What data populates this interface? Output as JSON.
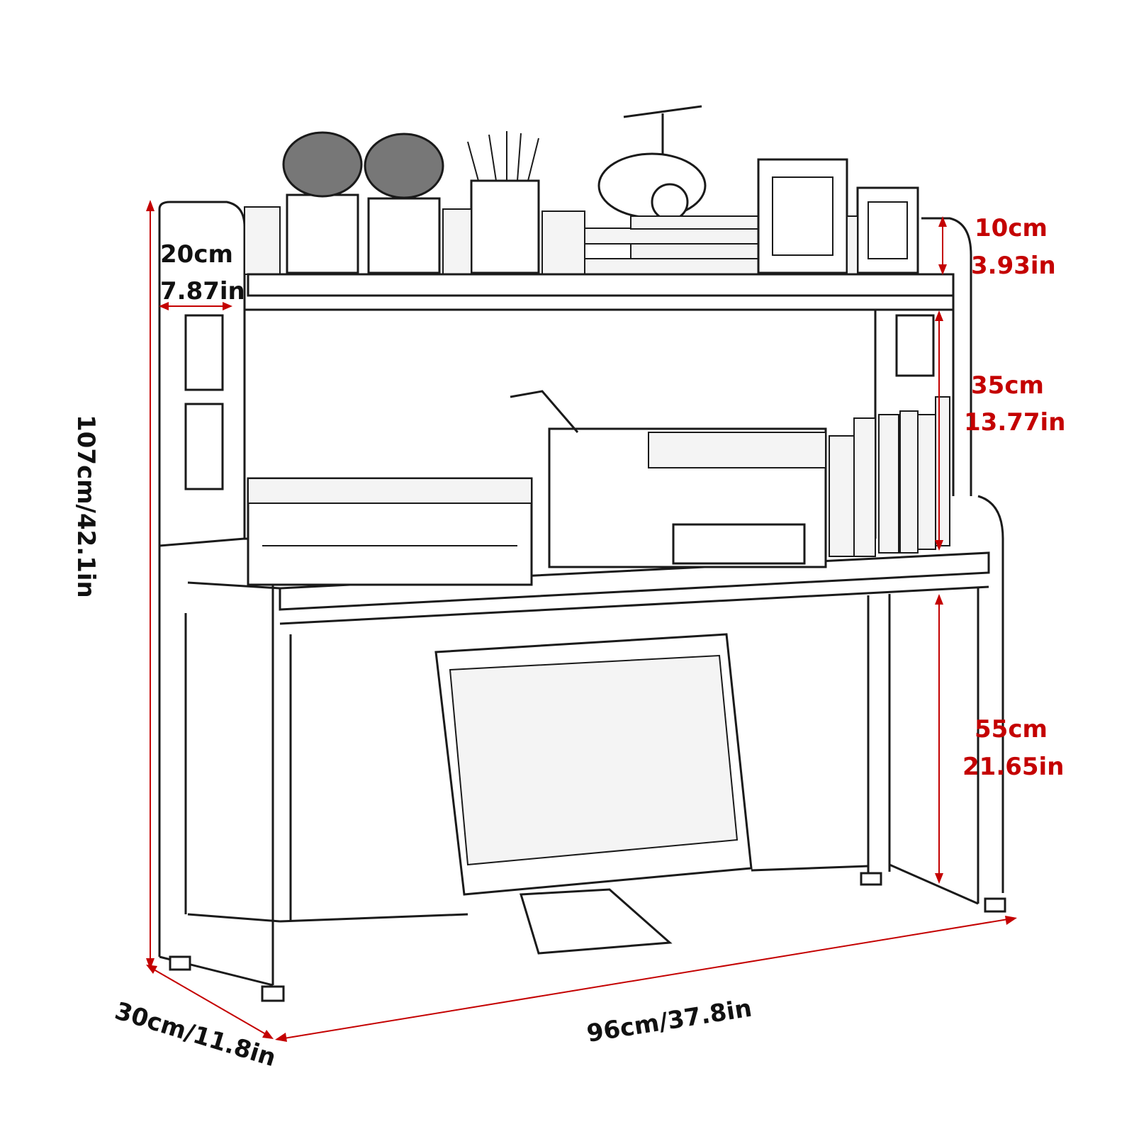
{
  "colors": {
    "dimension": "#c40000",
    "line": "#1a1a1a",
    "background": "#ffffff"
  },
  "dimensions": {
    "top_rail_height": {
      "cm": "10cm",
      "in": "3.93in"
    },
    "side_depth": {
      "cm": "20cm",
      "in": "7.87in"
    },
    "middle_shelf_height": {
      "cm": "35cm",
      "in": "13.77in"
    },
    "bottom_clearance": {
      "cm": "55cm",
      "in": "21.65in"
    },
    "total_height": "107cm/42.1in",
    "depth": "30cm/11.8in",
    "width": "96cm/37.8in"
  }
}
